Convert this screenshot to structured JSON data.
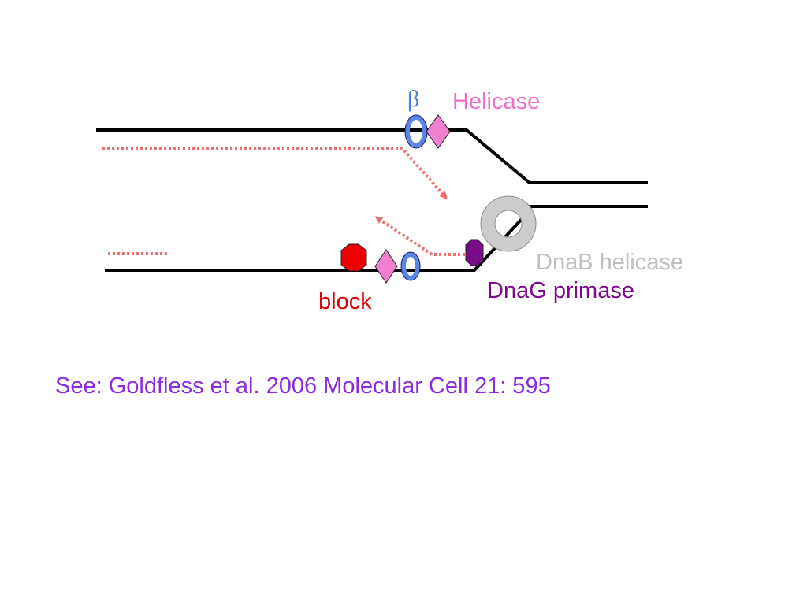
{
  "labels": {
    "beta": "β",
    "helicase": "Helicase",
    "dnab_helicase": "DnaB helicase",
    "dnag_primase": "DnaG primase",
    "block": "block"
  },
  "citation": "See: Goldfless et al. 2006 Molecular Cell 21: 595",
  "colors": {
    "dna_strand": "#000000",
    "new_strand": "#f07070",
    "beta_clamp": "#5b86e5",
    "beta_clamp_outline": "#1a1a6e",
    "helicase_protein": "#f080d0",
    "dnab_ring": "#cccccc",
    "dnab_ring_outline": "#8c8c8c",
    "dnag_primase": "#7a0a8a",
    "block": "#ee0000",
    "beta_label": "#4a7fe0",
    "helicase_label": "#f070c8",
    "dnab_label": "#c0c0c0",
    "dnag_label": "#7a0a8a",
    "block_label": "#dd0000",
    "citation": "#8a2be2"
  }
}
